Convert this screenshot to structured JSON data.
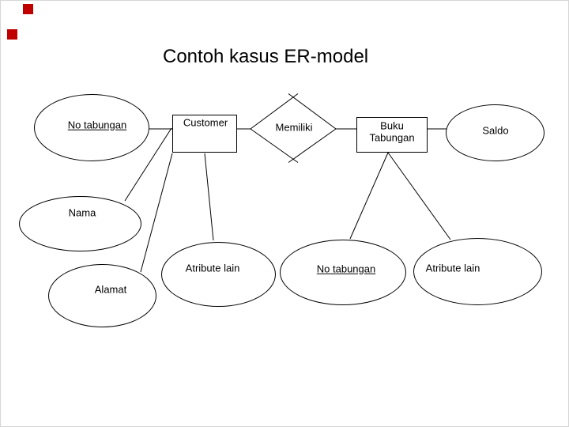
{
  "slide": {
    "title": "Contoh kasus ER-model",
    "background_color": "#ffffff",
    "line_color": "#000000",
    "decor": {
      "color": "#c00000",
      "squares_count": 2
    }
  },
  "diagram": {
    "type": "er-diagram",
    "entities": {
      "customer": {
        "label": "Customer",
        "shape": "rectangle"
      },
      "buku_tabungan": {
        "label": "Buku Tabungan",
        "shape": "rectangle"
      }
    },
    "relationships": {
      "memiliki": {
        "label": "Memiliki",
        "shape": "diamond",
        "connects": [
          "customer",
          "buku_tabungan"
        ]
      }
    },
    "attributes": {
      "no_tabungan_customer": {
        "label": "No tabungan",
        "shape": "ellipse",
        "primary_key": true,
        "attribute_of": "customer"
      },
      "nama": {
        "label": "Nama",
        "shape": "ellipse",
        "primary_key": false,
        "attribute_of": "customer"
      },
      "alamat": {
        "label": "Alamat",
        "shape": "ellipse",
        "primary_key": false,
        "attribute_of": "customer"
      },
      "atribute_lain_customer": {
        "label": "Atribute lain",
        "shape": "ellipse",
        "primary_key": false,
        "attribute_of": "customer"
      },
      "saldo": {
        "label": "Saldo",
        "shape": "ellipse",
        "primary_key": false,
        "attribute_of": "buku_tabungan"
      },
      "no_tabungan_buku": {
        "label": "No tabungan",
        "shape": "ellipse",
        "primary_key": true,
        "attribute_of": "buku_tabungan"
      },
      "atribute_lain_buku": {
        "label": "Atribute lain",
        "shape": "ellipse",
        "primary_key": false,
        "attribute_of": "buku_tabungan"
      }
    }
  }
}
